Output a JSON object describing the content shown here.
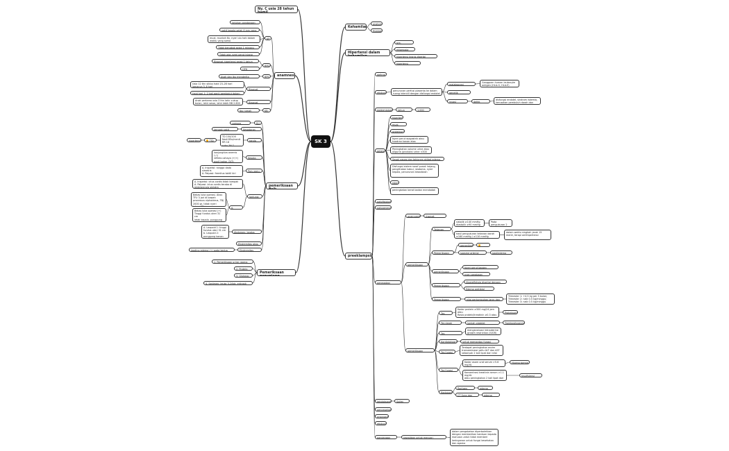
{
  "root": {
    "label": "SK 3"
  },
  "left": {
    "ny": {
      "label": "Ny. C usia 28 tahun hamil"
    },
    "anamnesis": {
      "label": "anamnesis",
      "kp": "KP:",
      "kp_items": [
        "keluhan pandangan kabur",
        "sakit kepala sejak 4 jam yang lalu",
        "mual, muntah 6x, nyeri ulu hati dalam waktu yang sama",
        "Tidak bengkak sejak 1 minggu yang lalu",
        "Tidak ada nyeri perut hilang timbul"
      ],
      "rpd": "RPD:",
      "rpd_items": [
        "Riwayat hipertensi sejak 1 tahun yang lalu",
        "OPH disangkal"
      ],
      "rps": "RPS:",
      "rps_item": "Ayah dan ibu menderita hipertensi",
      "rmenstruasi_label": "Riwayat menstruasi",
      "rmenstruasi_items": [
        "Usia 12 thn siklus haid 23–28 hari lamanya 5–6 hari",
        "Haid hari 1: 2 kali ganti pembalut dalam sehari"
      ],
      "rperkawinan_label": "Riwayat perkawinan",
      "rperkawinan_item": "Anak pertama usia 3 thn lahir cukup bulan, lahir sesar, lahir lebih BB 2.600 gram",
      "kb_label": "KB:",
      "kb_item": "Ibu rumah tangga"
    },
    "pemfis": {
      "label": "pemeriksaan fisik",
      "ku": "KU:",
      "ku_item": "compos mentis",
      "kesadaran_label": "Kesadaran umum:",
      "kesadaran_item": "tampak sakit sedang",
      "ttv_label": "tanda vital:",
      "ttv_item": "TD 150/100\nNadi 85x/menit\nRR 18\nsuhu 36.7",
      "hipertensi": "hipertensi",
      "ttd": "TTD",
      "kepala_label": "Kepala-leher:",
      "kepala_item": "konjungtiva anemis (-/-)\nrefleks cahaya (+/+)\npupil isokor (3/3)\nsklera (-/-)",
      "paru_label": "Paru-paru:",
      "paru_item": "A. Inspeksi: rongga dada simetris\nA. Palpasi: fremitus taktil kiri sama\nA. Auskultasi: suara nafas vesikuler",
      "jantung_label": "Jantung:",
      "jantung_item": "A. Inspeksi: ictus cordis tidak tampak\nA. Palpasi: ictus cordis teraba di midclavicula sinistra",
      "abdomen_label": "A. Abdomen:",
      "abdomen_item": "Bekas luka operasi. Atas: TFU 3 jari di bawah processus xiphoideus, TBJ 2000 gr, tidak nyeri tekan, BJJ +",
      "abdomen_item2": "Bekas luka operasi (+) Tinggi fundus uteri 31 cm\nletak kepala, punggung kanan, DJJ 144x/menit",
      "leopold_label": "Abdomen: teraba bawah",
      "leopold_item": "A. Leopold 1: tinggi fundus uteri 31 cm\nb. Leopold 2: punggung kanan\nc. Leopold 3: letak kepala\nd. Leopold 4: sudah masuk ke PAP",
      "ekstremitas_atas": "Ekstremitas atas: DBN",
      "ekstremitas_bawah": "Ekstremitas bawah:",
      "ekstremitas_bawah_item": "leading edema (+) pada kedua tungkai"
    },
    "penunjang": {
      "label": "Pemeriksaan penunjang",
      "items": [
        "1. Pemeriksaan urine: warna coklat",
        "2. Protein: +4",
        "3. Glukosa: +1"
      ],
      "lab_label": "4. Sedimen: leuko 3-2/lpb, eritrosit 30-40/lpb"
    }
  },
  "right": {
    "kehamilan": {
      "label": "Kehamilan",
      "items": [
        "anatomi",
        "fisiologi"
      ]
    },
    "hdk": {
      "label": "Hipertensi dalam kehamilan",
      "items": [
        "pre-eklampsia",
        "eklampsia gestasional",
        "hipertensi kronis disertai preeklampsia",
        "hipertensi gestasional"
      ]
    },
    "preeklampsia": {
      "label": "preeklampsia",
      "definisi": "definisi",
      "etiologi": "etiologi",
      "etiologi_item": "penurunan perfusi plasenta ke dalam ruang intervili dengan disfungsi endotel",
      "etiologi_sub": [
        "malabsorpsi imunologi",
        "genetik predisposisi",
        "invasi trofoblas"
      ],
      "etiologi_sub1_item": "Gangguan human leukocyte antigen (HLA-G, HLA-E)",
      "etiologi_sub3_item": "defek vaskular",
      "etiologi_sub3_detail": "disfungsi endotel, sindrom iskemia, kerusakan pembuluh darah dan ginjal",
      "epidemiologi": "epidemiologi",
      "epidemiologi_item": "tahun 2000",
      "epidemiologi_item2": "1.000 kasus",
      "gejala": "gejala",
      "gejala_items": [
        "hipertensi",
        "mual, muntah",
        "proteinuria",
        "Nyeri perut epigastrik atau kuadran kanan atas",
        "Peningkatan volume urine atau oliguria (produksi urine <300 ml dalam 24 jam)",
        "Sesak napas dan takipnea akibat edema paru",
        "Disfungsi sistem saraf pusat: kejang, penglihatan kabur, skotoma, nyeri kepala, penurunan kesadaran",
        "edema",
        "peningkatan berat badan mendadak"
      ],
      "patofisiologi": "patofisiologi",
      "patogenesis": "patogenesis",
      "penegakan_diagnosis": "penegakan diagnosis",
      "anamnesis": "anamnesis",
      "anamnesis_item": "riwayat hipertensi",
      "pemfis": "pemeriksaan fisik",
      "tekanan_darah": "Tekanan darah",
      "td_items": [
        "sistolik ≥140 mmHg\ndiastolik ≥90 mmHg",
        "Pada pengukuran 2 kali dengan selang 4 jam"
      ],
      "td_item2": "hasil pengukuran tekanan darah ≥160 mmHg / ≥110 mmHg",
      "td_item2b": "dalam waktu singkat: jarak 15 menit, terapi antihipertensi",
      "mata": "Pemeriksaan mata",
      "mata_items": [
        "pemeriksaan funduskopi",
        "spasme arteriol retina"
      ],
      "mata_sub": [
        "fundus",
        "papiledema"
      ],
      "abdomen": "pemeriksaan abdomen",
      "abdomen_items": [
        "Nyeri perut bagian epigastrium",
        "nyeri perabaan hepar"
      ],
      "ekstremitas": "Pemeriksaan ekstremitas",
      "ekstremitas_items": [
        "Hiperefleksia disertai dengan klonus",
        "Edema pretibial"
      ],
      "kehamilan": "Pemeriksaan kehamilan",
      "kehamilan_item": "nilai pertumbuhan janin dan kondisi janin",
      "kehamilan_sub": "Trimester 1: +4.5 kg per 3 bulan;\nTrimester 2: naik 0.5 kg/minggu;\nTrimester 3: naik 0.5 kg/minggu",
      "penunjang": "pemeriksaan penunjang",
      "tes_urine": "Tes urine",
      "tes_urine_item": "Kadar protein ≥300 mg/24 jam atau\nRasio protein/kreatinin ≥0.3 atau\nHasil dipstik ≥+1",
      "tes_urine_sub": "Proteinuria",
      "tes_darah": "Tes darah lengkap",
      "tes_darah_item": "jumlah platelet <100.000/µL",
      "tes_darah_sub": "Trombositopenia",
      "usg": "Tes ultrasonografi",
      "usg_item": "mengevaluasi intrauterine growth restriction (IUGR)",
      "kardio": "Kardiotokografi",
      "kardio_item": "untuk memantau fungsi jantung janin",
      "tes_hati": "Tes fungsi hati",
      "tes_hati_item": "Terdapat peningkatan enzim transaminase yaitu ALT dan AST sebanyak 2 kali lipat dari nilai normal",
      "tes_ginjal": "Tes fungsi ginjal",
      "tes_ginjal_items": [
        "Kadar asam urat serum >5.6 mg/dL\n(gangguan fungsi ginjal)",
        "Konsentrasi kreatinin serum >1.1 mg/dL\natau peningkatan 2 kali lipat dari nilai normal tanpa adanya penyakit ginjal"
      ],
      "tes_ginjal_sub": [
        "Hiperurisemia",
        "Insufisiensi renal"
      ],
      "radiologi": "Radiologi",
      "radiologi_items": [
        "Rontgen thorax",
        "CT Scan dan MRI"
      ],
      "radiologi_sub": [
        "edema paru",
        "edema serebral"
      ],
      "tatalaksana": "tatalaksana",
      "tatalaksana_item": "Sulfat MgSO4",
      "pencegahan": "pencegahan",
      "prognosis": "prognosis",
      "etiologi2": "etiologi",
      "pandangan_islam": "pandangan islam",
      "pandangan_islam_item": "kewajiban untuk mencari pengobatan",
      "pandangan_islam_sub": "dalam pengobatan diperbolehkan dengan memberikan bantuan kepada manusia untuk tidak memberi keringanan untuk fungsi kesehatan dan agama"
    }
  }
}
